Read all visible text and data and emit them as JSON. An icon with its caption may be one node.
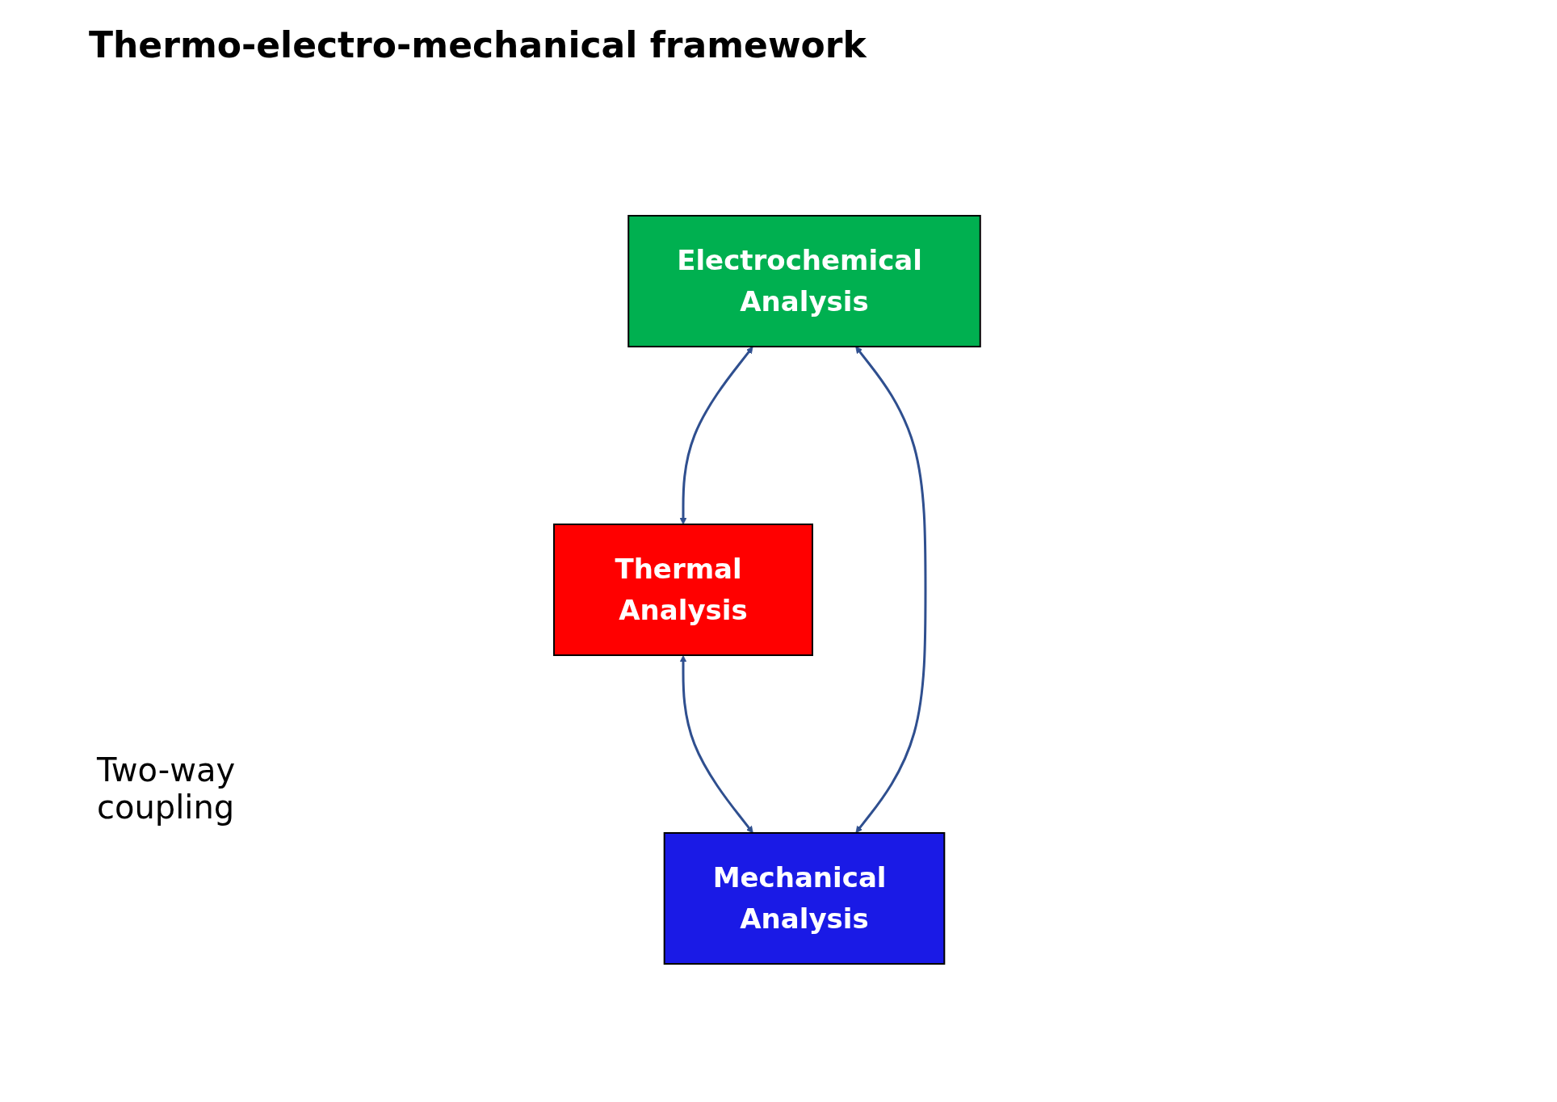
{
  "diagram": {
    "title": "Thermo-electro-mechanical framework",
    "nodes": [
      {
        "text": [
          "Electrochemical Analysis"
        ]
      },
      {
        "text": [
          "Thermal Analysis"
        ]
      },
      {
        "text": [
          "Mechanical Analysis"
        ]
      }
    ],
    "edges": [
      {
        "from": 0,
        "to": 1,
        "arrow": "both"
      },
      {
        "from": 1,
        "to": 2,
        "arrow": "both"
      },
      {
        "from": 2,
        "to": 0,
        "arrow": "both"
      }
    ],
    "labels": [
      "Two-way coupling"
    ]
  }
}
